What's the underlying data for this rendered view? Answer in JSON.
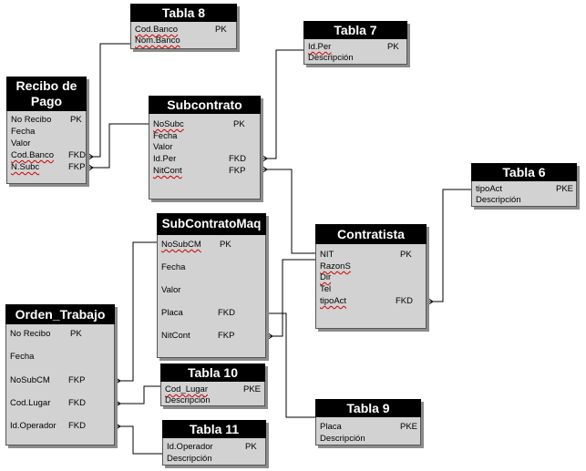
{
  "tabla8": {
    "title": "Tabla 8",
    "fields": [
      {
        "name": "Cod.Banco",
        "key": "PK"
      },
      {
        "name": "Nom.Banco",
        "key": ""
      }
    ]
  },
  "tabla7": {
    "title": "Tabla 7",
    "fields": [
      {
        "name": "Id.Per",
        "key": "PK"
      },
      {
        "name": "Descripción",
        "key": ""
      }
    ]
  },
  "recibo": {
    "title_line1": "Recibo de",
    "title_line2": "Pago",
    "fields": [
      {
        "name": "No Recibo",
        "key": "PK"
      },
      {
        "name": "Fecha",
        "key": ""
      },
      {
        "name": "Valor",
        "key": ""
      },
      {
        "name": "Cod.Banco",
        "key": "FKD"
      },
      {
        "name": "N.Subc",
        "key": "FKP"
      }
    ]
  },
  "subcontrato": {
    "title": "Subcontrato",
    "fields": [
      {
        "name": "NoSubc",
        "key": "PK"
      },
      {
        "name": "Fecha",
        "key": ""
      },
      {
        "name": "Valor",
        "key": ""
      },
      {
        "name": "Id.Per",
        "key": "FKD"
      },
      {
        "name": "NitCont",
        "key": "FKP"
      }
    ]
  },
  "tabla6": {
    "title": "Tabla 6",
    "fields": [
      {
        "name": "tipoAct",
        "key": "PKE"
      },
      {
        "name": "Descripción",
        "key": ""
      }
    ]
  },
  "subcontratomaq": {
    "title": "SubContratoMaq",
    "fields": [
      {
        "name": "NoSubCM",
        "key": "PK"
      },
      {
        "name": "Fecha",
        "key": ""
      },
      {
        "name": "Valor",
        "key": ""
      },
      {
        "name": "Placa",
        "key": "FKD"
      },
      {
        "name": "NitCont",
        "key": "FKP"
      }
    ]
  },
  "contratista": {
    "title": "Contratista",
    "fields": [
      {
        "name": "NIT",
        "key": "PK"
      },
      {
        "name": "RazonS",
        "key": ""
      },
      {
        "name": "Dir",
        "key": ""
      },
      {
        "name": "Tel",
        "key": ""
      },
      {
        "name": "tipoAct",
        "key": "FKD"
      }
    ]
  },
  "orden": {
    "title": "Orden_Trabajo",
    "fields": [
      {
        "name": "No Recibo",
        "key": "PK"
      },
      {
        "name": "Fecha",
        "key": ""
      },
      {
        "name": "NoSubCM",
        "key": "FKP"
      },
      {
        "name": "Cod.Lugar",
        "key": "FKD"
      },
      {
        "name": "Id.Operador",
        "key": "FKD"
      }
    ]
  },
  "tabla10": {
    "title": "Tabla 10",
    "fields": [
      {
        "name": "Cod_Lugar",
        "key": "PKE"
      },
      {
        "name": "Descripción",
        "key": ""
      }
    ]
  },
  "tabla9": {
    "title": "Tabla 9",
    "fields": [
      {
        "name": "Placa",
        "key": "PKE"
      },
      {
        "name": "Descripción",
        "key": ""
      }
    ]
  },
  "tabla11": {
    "title": "Tabla 11",
    "fields": [
      {
        "name": "Id.Operador",
        "key": "PK"
      },
      {
        "name": "Descripción",
        "key": ""
      }
    ]
  }
}
